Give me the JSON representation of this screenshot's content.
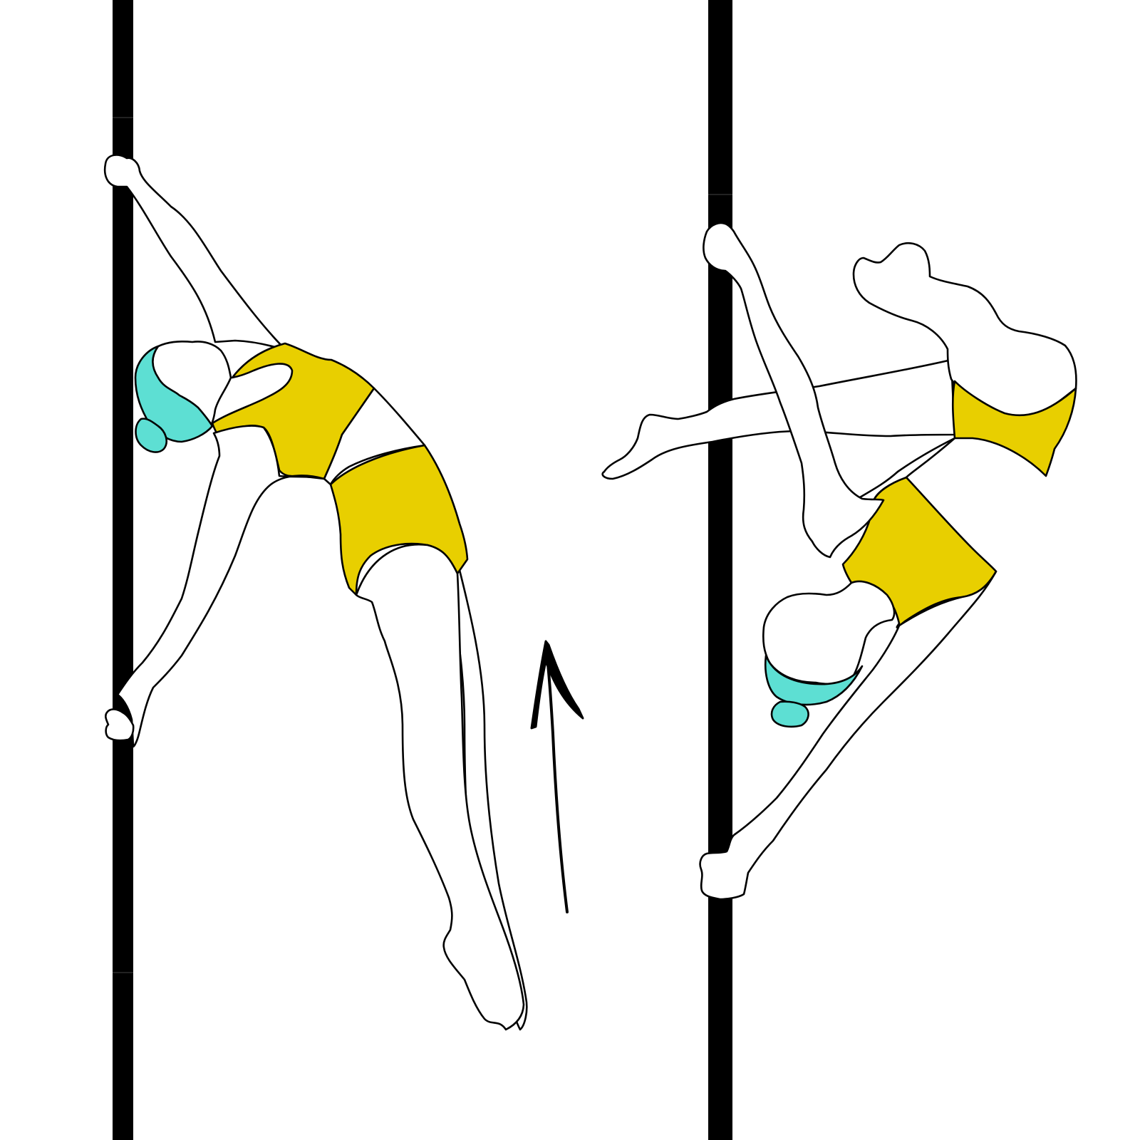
{
  "colors": {
    "background": "#ffffff",
    "pole": "#000000",
    "outline": "#000000",
    "skin": "#ffffff",
    "outfit": "#e8cf00",
    "hair": "#5ddfd3"
  },
  "icons": {
    "pole_left": "pole",
    "pole_right": "pole",
    "figure_left": "dancer-back-arch",
    "figure_right": "dancer-inverted-split",
    "arrow": "upward-arrow"
  }
}
